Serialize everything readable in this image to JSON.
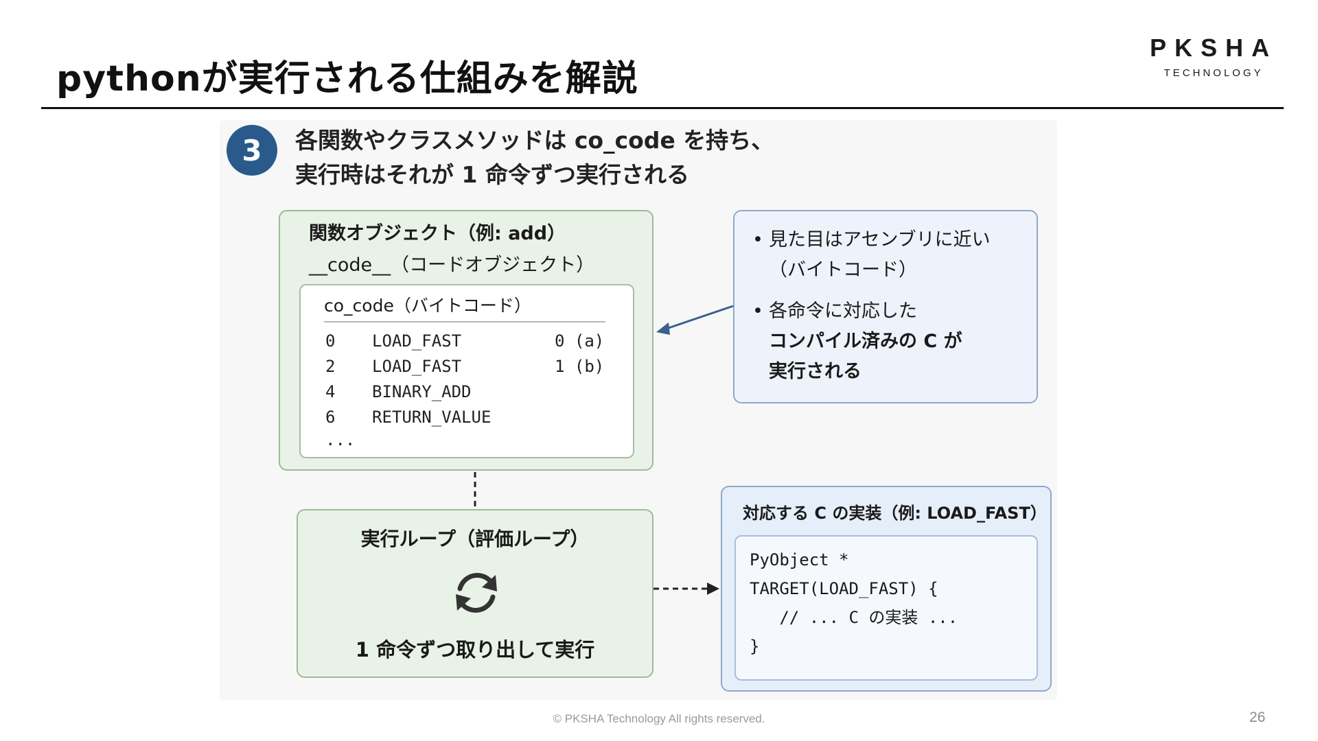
{
  "slide": {
    "title": "pythonが実行される仕組みを解説",
    "logo_main": "PKSHA",
    "logo_sub": "TECHNOLOGY",
    "footer": "© PKSHA Technology All rights reserved.",
    "page_number": "26"
  },
  "figure": {
    "step_number": "3",
    "heading_lines": [
      "各関数やクラスメソッドは co_code を持ち、",
      "実行時はそれが 1 命令ずつ実行される"
    ],
    "function_box": {
      "title": "関数オブジェクト（例: add）",
      "subtitle": "__code__（コードオブジェクト）",
      "inner_title": "co_code（バイトコード）",
      "rows": [
        {
          "offset": "0",
          "op": "LOAD_FAST",
          "arg": "0 (a)"
        },
        {
          "offset": "2",
          "op": "LOAD_FAST",
          "arg": "1 (b)"
        },
        {
          "offset": "4",
          "op": "BINARY_ADD",
          "arg": ""
        },
        {
          "offset": "6",
          "op": "RETURN_VALUE",
          "arg": ""
        },
        {
          "offset": "...",
          "op": "",
          "arg": ""
        }
      ]
    },
    "note_box": {
      "bullet": "•",
      "items": [
        {
          "lines": [
            "見た目はアセンブリに近い",
            "（バイトコード）"
          ]
        },
        {
          "lines": [
            "各命令に対応した",
            "コンパイル済みの C が",
            "実行される"
          ]
        }
      ]
    },
    "loop_box": {
      "title": "実行ループ（評価ループ）",
      "icon": "refresh-icon",
      "caption": "1 命令ずつ取り出して実行"
    },
    "impl_box": {
      "title": "対応する C の実装（例: LOAD_FAST）",
      "code_lines": [
        "PyObject *",
        "TARGET(LOAD_FAST) {",
        "   // ... C の実装 ...",
        "}"
      ]
    },
    "colors": {
      "badge": "#2a5a8c",
      "green_fill": "#e9f2e6",
      "green_border": "#9dba98",
      "blue_fill": "#eef3fb",
      "blue_border": "#8fa8c9",
      "arrow": "#3a5f8f"
    }
  }
}
